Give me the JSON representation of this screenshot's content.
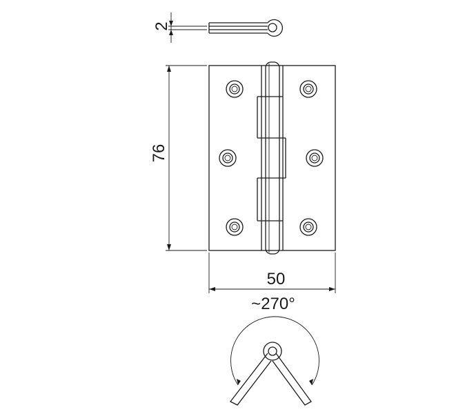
{
  "dimensions": {
    "thickness": "2",
    "height": "76",
    "width": "50",
    "opening_angle": "~270°"
  },
  "colors": {
    "line": "#1a1a1a",
    "background": "#ffffff"
  }
}
